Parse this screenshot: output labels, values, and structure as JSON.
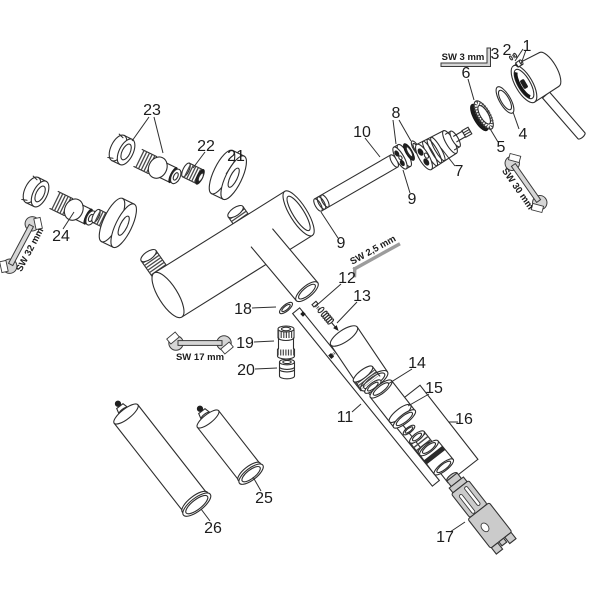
{
  "meta": {
    "type": "exploded-parts-diagram",
    "background": "#ffffff",
    "line_color": "#2e2e2e",
    "tool_fill": "#d6d6d6",
    "plastic_part_fill": "#cbcbcb"
  },
  "labels": {
    "p1": "1",
    "p2": "2",
    "p3": "3",
    "p4": "4",
    "p5": "5",
    "p6": "6",
    "p7": "7",
    "p8": "8",
    "p9": "9",
    "p9b": "9",
    "p10": "10",
    "p11": "11",
    "p12": "12",
    "p13": "13",
    "p14": "14",
    "p15": "15",
    "p16": "16",
    "p17": "17",
    "p18": "18",
    "p19": "19",
    "p20": "20",
    "p21": "21",
    "p22": "22",
    "p23": "23",
    "p24": "24",
    "p25": "25",
    "p26": "26"
  },
  "tools": {
    "sw3": "SW 3 mm",
    "sw30": "SW 30 mm",
    "sw32": "SW 32 mm",
    "sw17": "SW 17 mm",
    "sw2_5": "SW 2,5 mm"
  }
}
